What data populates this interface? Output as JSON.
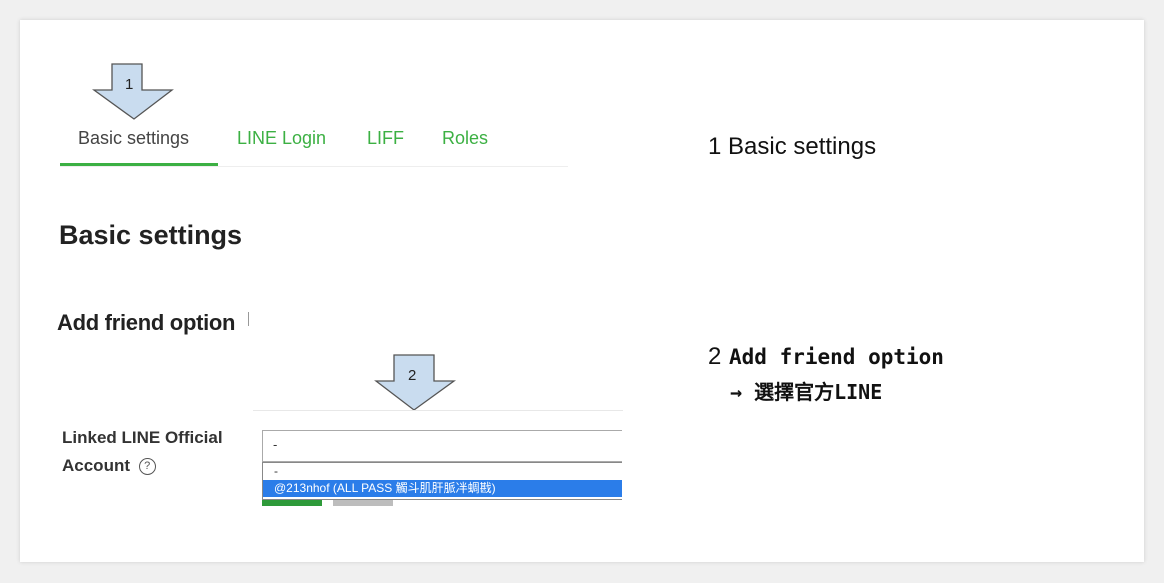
{
  "annotations": {
    "arrow1_number": "1",
    "arrow2_number": "2",
    "note1": "1 Basic settings",
    "note2_number": "2",
    "note2_text": "Add friend option",
    "note2_sub": "→ 選擇官方LINE",
    "arrow_fill": "#c9dcef",
    "arrow_stroke": "#555555"
  },
  "tabs": [
    {
      "label": "Basic settings",
      "active": true
    },
    {
      "label": "LINE Login",
      "active": false
    },
    {
      "label": "LIFF",
      "active": false
    },
    {
      "label": "Roles",
      "active": false
    }
  ],
  "page_title": "Basic settings",
  "section_title": "Add friend option",
  "field": {
    "label": "Linked LINE Official Account",
    "help_icon": "question-circle-icon",
    "select_value": "-",
    "options": [
      {
        "label": "-",
        "selected": false
      },
      {
        "label": "@213nhof  (ALL PASS 觸斗肌肝脈冸蜩戡)",
        "selected": true
      }
    ]
  },
  "colors": {
    "accent_green": "#3cb043",
    "selected_blue": "#2b7de9"
  }
}
